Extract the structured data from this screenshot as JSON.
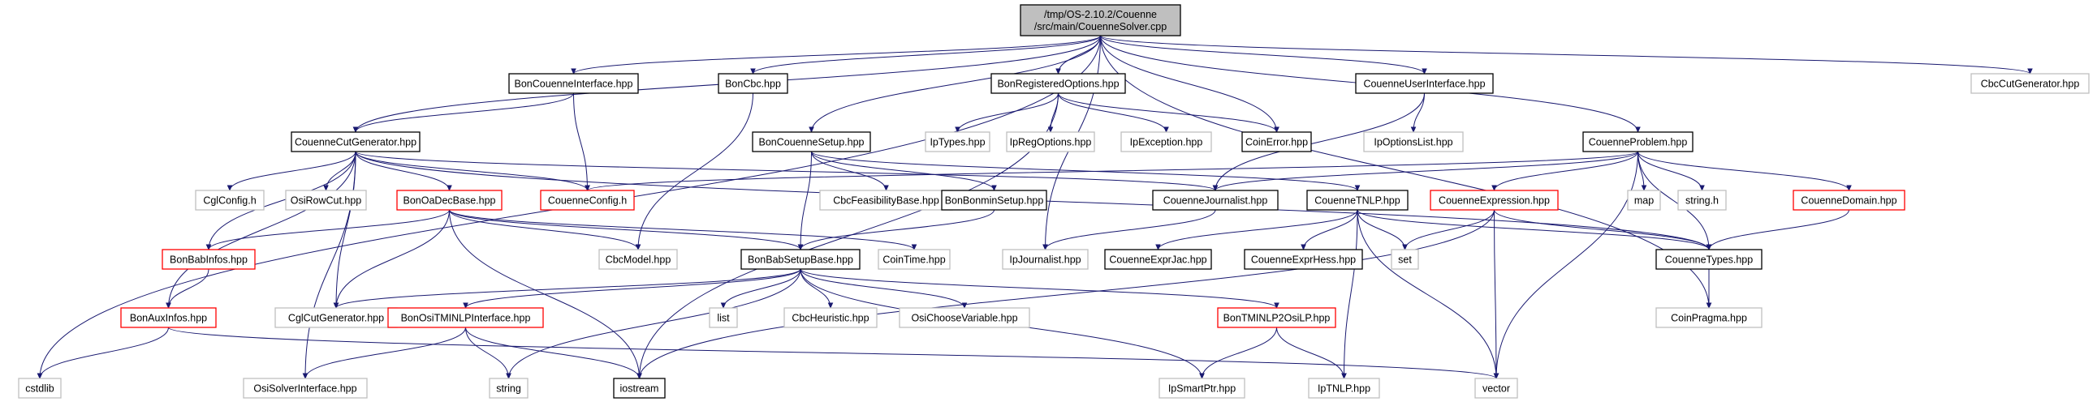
{
  "nodes": [
    {
      "id": "root",
      "lines": [
        "/tmp/OS-2.10.2/Couenne",
        "/src/main/CouenneSolver.cpp"
      ],
      "style": "root"
    },
    {
      "id": "cstdlib",
      "lines": [
        "cstdlib"
      ],
      "style": "gray"
    },
    {
      "id": "coueCutGen",
      "lines": [
        "CouenneCutGenerator.hpp"
      ],
      "style": "black"
    },
    {
      "id": "bonCouInt",
      "lines": [
        "BonCouenneInterface.hpp"
      ],
      "style": "black"
    },
    {
      "id": "bonCbc",
      "lines": [
        "BonCbc.hpp"
      ],
      "style": "black"
    },
    {
      "id": "bonRegOpt",
      "lines": [
        "BonRegisteredOptions.hpp"
      ],
      "style": "black"
    },
    {
      "id": "bonCouSetup",
      "lines": [
        "BonCouenneSetup.hpp"
      ],
      "style": "black"
    },
    {
      "id": "coinError",
      "lines": [
        "CoinError.hpp"
      ],
      "style": "black"
    },
    {
      "id": "coueUserInt",
      "lines": [
        "CouenneUserInterface.hpp"
      ],
      "style": "black"
    },
    {
      "id": "couProblem",
      "lines": [
        "CouenneProblem.hpp"
      ],
      "style": "black"
    },
    {
      "id": "cbcCutGen",
      "lines": [
        "CbcCutGenerator.hpp"
      ],
      "style": "gray"
    },
    {
      "id": "ipTypes",
      "lines": [
        "IpTypes.hpp"
      ],
      "style": "gray"
    },
    {
      "id": "ipRegOpt",
      "lines": [
        "IpRegOptions.hpp"
      ],
      "style": "gray"
    },
    {
      "id": "ipException",
      "lines": [
        "IpException.hpp"
      ],
      "style": "gray"
    },
    {
      "id": "ipOptList",
      "lines": [
        "IpOptionsList.hpp"
      ],
      "style": "gray"
    },
    {
      "id": "cglConfig",
      "lines": [
        "CglConfig.h"
      ],
      "style": "gray"
    },
    {
      "id": "osiRowCut",
      "lines": [
        "OsiRowCut.hpp"
      ],
      "style": "gray"
    },
    {
      "id": "bonOaDec",
      "lines": [
        "BonOaDecBase.hpp"
      ],
      "style": "red"
    },
    {
      "id": "coueConfig",
      "lines": [
        "CouenneConfig.h"
      ],
      "style": "red"
    },
    {
      "id": "cbcFeas",
      "lines": [
        "CbcFeasibilityBase.hpp"
      ],
      "style": "gray"
    },
    {
      "id": "bonBonmin",
      "lines": [
        "BonBonminSetup.hpp"
      ],
      "style": "black"
    },
    {
      "id": "coueJournal",
      "lines": [
        "CouenneJournalist.hpp"
      ],
      "style": "black"
    },
    {
      "id": "coueTNLP",
      "lines": [
        "CouenneTNLP.hpp"
      ],
      "style": "black"
    },
    {
      "id": "coueExpr",
      "lines": [
        "CouenneExpression.hpp"
      ],
      "style": "red"
    },
    {
      "id": "map",
      "lines": [
        "map"
      ],
      "style": "gray"
    },
    {
      "id": "stringh",
      "lines": [
        "string.h"
      ],
      "style": "gray"
    },
    {
      "id": "coueDomain",
      "lines": [
        "CouenneDomain.hpp"
      ],
      "style": "red"
    },
    {
      "id": "bonBabInfos",
      "lines": [
        "BonBabInfos.hpp"
      ],
      "style": "red"
    },
    {
      "id": "cbcModel",
      "lines": [
        "CbcModel.hpp"
      ],
      "style": "gray"
    },
    {
      "id": "bonBabSetup",
      "lines": [
        "BonBabSetupBase.hpp"
      ],
      "style": "black"
    },
    {
      "id": "coinTime",
      "lines": [
        "CoinTime.hpp"
      ],
      "style": "gray"
    },
    {
      "id": "ipJournal",
      "lines": [
        "IpJournalist.hpp"
      ],
      "style": "gray"
    },
    {
      "id": "coueExprJac",
      "lines": [
        "CouenneExprJac.hpp"
      ],
      "style": "black"
    },
    {
      "id": "coueExprHess",
      "lines": [
        "CouenneExprHess.hpp"
      ],
      "style": "black"
    },
    {
      "id": "set",
      "lines": [
        "set"
      ],
      "style": "gray"
    },
    {
      "id": "coueTypes",
      "lines": [
        "CouenneTypes.hpp"
      ],
      "style": "black"
    },
    {
      "id": "bonAuxInfos",
      "lines": [
        "BonAuxInfos.hpp"
      ],
      "style": "red"
    },
    {
      "id": "cglCutGen",
      "lines": [
        "CglCutGenerator.hpp"
      ],
      "style": "gray"
    },
    {
      "id": "bonOsiTMINLP",
      "lines": [
        "BonOsiTMINLPInterface.hpp"
      ],
      "style": "red"
    },
    {
      "id": "list",
      "lines": [
        "list"
      ],
      "style": "gray"
    },
    {
      "id": "cbcHeur",
      "lines": [
        "CbcHeuristic.hpp"
      ],
      "style": "gray"
    },
    {
      "id": "osiChoose",
      "lines": [
        "OsiChooseVariable.hpp"
      ],
      "style": "gray"
    },
    {
      "id": "bonTMINLP2Osi",
      "lines": [
        "BonTMINLP2OsiLP.hpp"
      ],
      "style": "red"
    },
    {
      "id": "coinPragma",
      "lines": [
        "CoinPragma.hpp"
      ],
      "style": "gray"
    },
    {
      "id": "osiSolverInt",
      "lines": [
        "OsiSolverInterface.hpp"
      ],
      "style": "gray"
    },
    {
      "id": "string",
      "lines": [
        "string"
      ],
      "style": "gray"
    },
    {
      "id": "iostream",
      "lines": [
        "iostream"
      ],
      "style": "black"
    },
    {
      "id": "ipSmartPtr",
      "lines": [
        "IpSmartPtr.hpp"
      ],
      "style": "gray"
    },
    {
      "id": "ipTNLP",
      "lines": [
        "IpTNLP.hpp"
      ],
      "style": "gray"
    },
    {
      "id": "vector",
      "lines": [
        "vector"
      ],
      "style": "gray"
    }
  ],
  "edges": [
    [
      "root",
      "cstdlib"
    ],
    [
      "root",
      "coueCutGen"
    ],
    [
      "root",
      "bonCouInt"
    ],
    [
      "root",
      "bonCbc"
    ],
    [
      "root",
      "bonRegOpt"
    ],
    [
      "root",
      "bonCouSetup"
    ],
    [
      "root",
      "coinError"
    ],
    [
      "root",
      "coueUserInt"
    ],
    [
      "root",
      "couProblem"
    ],
    [
      "root",
      "cbcCutGen"
    ],
    [
      "root",
      "coinPragma"
    ],
    [
      "root",
      "ipJournal"
    ],
    [
      "bonCouInt",
      "coueCutGen"
    ],
    [
      "bonCouInt",
      "coueConfig"
    ],
    [
      "bonCbc",
      "cbcModel"
    ],
    [
      "bonRegOpt",
      "ipTypes"
    ],
    [
      "bonRegOpt",
      "ipRegOpt"
    ],
    [
      "bonRegOpt",
      "ipException"
    ],
    [
      "bonRegOpt",
      "coinError"
    ],
    [
      "bonRegOpt",
      "iostream"
    ],
    [
      "coueUserInt",
      "ipOptList"
    ],
    [
      "coueUserInt",
      "coueJournal"
    ],
    [
      "coueCutGen",
      "cglConfig"
    ],
    [
      "coueCutGen",
      "osiRowCut"
    ],
    [
      "coueCutGen",
      "bonOaDec"
    ],
    [
      "coueCutGen",
      "coueConfig"
    ],
    [
      "coueCutGen",
      "coueJournal"
    ],
    [
      "coueCutGen",
      "coueTypes"
    ],
    [
      "coueCutGen",
      "bonBabInfos"
    ],
    [
      "coueCutGen",
      "bonAuxInfos"
    ],
    [
      "coueCutGen",
      "cglCutGen"
    ],
    [
      "coueCutGen",
      "osiSolverInt"
    ],
    [
      "bonCouSetup",
      "cbcFeas"
    ],
    [
      "bonCouSetup",
      "bonBonmin"
    ],
    [
      "bonCouSetup",
      "bonBabSetup"
    ],
    [
      "bonCouSetup",
      "coueTNLP"
    ],
    [
      "couProblem",
      "coueConfig"
    ],
    [
      "couProblem",
      "coueJournal"
    ],
    [
      "couProblem",
      "coueExpr"
    ],
    [
      "couProblem",
      "map"
    ],
    [
      "couProblem",
      "stringh"
    ],
    [
      "couProblem",
      "coueDomain"
    ],
    [
      "couProblem",
      "coueTypes"
    ],
    [
      "couProblem",
      "vector"
    ],
    [
      "bonOaDec",
      "bonBabInfos"
    ],
    [
      "bonOaDec",
      "cbcModel"
    ],
    [
      "bonOaDec",
      "bonBabSetup"
    ],
    [
      "bonOaDec",
      "coinTime"
    ],
    [
      "bonOaDec",
      "cglCutGen"
    ],
    [
      "bonOaDec",
      "iostream"
    ],
    [
      "bonBonmin",
      "bonBabSetup"
    ],
    [
      "coueJournal",
      "ipJournal"
    ],
    [
      "coueTNLP",
      "coueExprJac"
    ],
    [
      "coueTNLP",
      "coueExprHess"
    ],
    [
      "coueTNLP",
      "set"
    ],
    [
      "coueTNLP",
      "coueTypes"
    ],
    [
      "coueTNLP",
      "ipTNLP"
    ],
    [
      "coueTNLP",
      "vector"
    ],
    [
      "coueExpr",
      "set"
    ],
    [
      "coueExpr",
      "coueTypes"
    ],
    [
      "coueExpr",
      "vector"
    ],
    [
      "coueExpr",
      "iostream"
    ],
    [
      "coueDomain",
      "coueTypes"
    ],
    [
      "bonBabInfos",
      "bonAuxInfos"
    ],
    [
      "bonBabSetup",
      "cglCutGen"
    ],
    [
      "bonBabSetup",
      "bonOsiTMINLP"
    ],
    [
      "bonBabSetup",
      "list"
    ],
    [
      "bonBabSetup",
      "cbcHeur"
    ],
    [
      "bonBabSetup",
      "osiChoose"
    ],
    [
      "bonBabSetup",
      "bonTMINLP2Osi"
    ],
    [
      "bonBabSetup",
      "string"
    ],
    [
      "bonBabSetup",
      "ipSmartPtr"
    ],
    [
      "bonAuxInfos",
      "cstdlib"
    ],
    [
      "bonAuxInfos",
      "vector"
    ],
    [
      "bonOsiTMINLP",
      "osiSolverInt"
    ],
    [
      "bonOsiTMINLP",
      "string"
    ],
    [
      "bonOsiTMINLP",
      "iostream"
    ],
    [
      "bonTMINLP2Osi",
      "ipSmartPtr"
    ],
    [
      "bonTMINLP2Osi",
      "ipTNLP"
    ],
    [
      "coueTypes",
      "coinPragma"
    ]
  ],
  "colors": {
    "root_fill": "#bfbfbf",
    "black_border": "#000000",
    "gray_border": "#bfbfbf",
    "red_border": "#ff0000",
    "node_fill": "#ffffff",
    "text": "#000000",
    "text_gray": "#000000",
    "edge": "#191970"
  }
}
